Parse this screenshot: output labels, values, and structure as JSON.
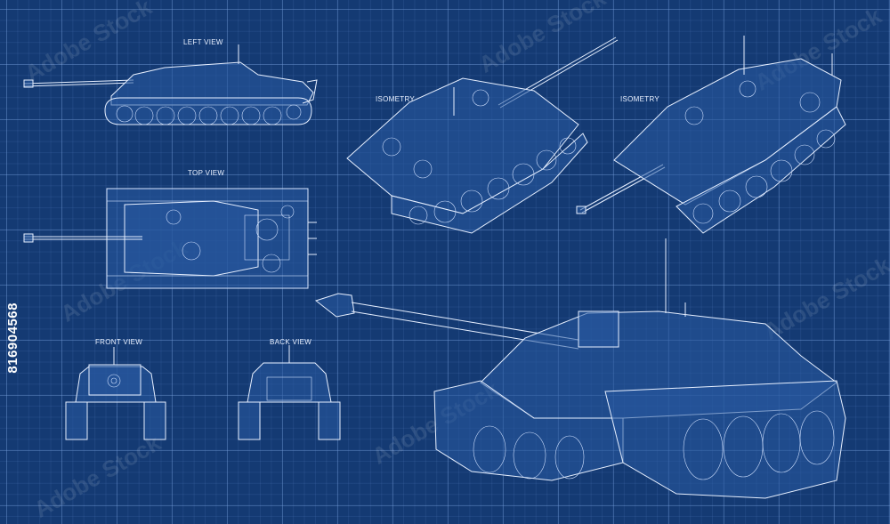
{
  "labels": {
    "left_view": "LEFT VIEW",
    "top_view": "TOP VIEW",
    "isometry_1": "ISOMETRY",
    "isometry_2": "ISOMETRY",
    "front_view": "FRONT VIEW",
    "back_view": "BACK VIEW"
  },
  "stock_id": "816904568",
  "watermark_text": "Adobe Stock",
  "colors": {
    "background": "#143a73",
    "line": "#e6efff"
  }
}
